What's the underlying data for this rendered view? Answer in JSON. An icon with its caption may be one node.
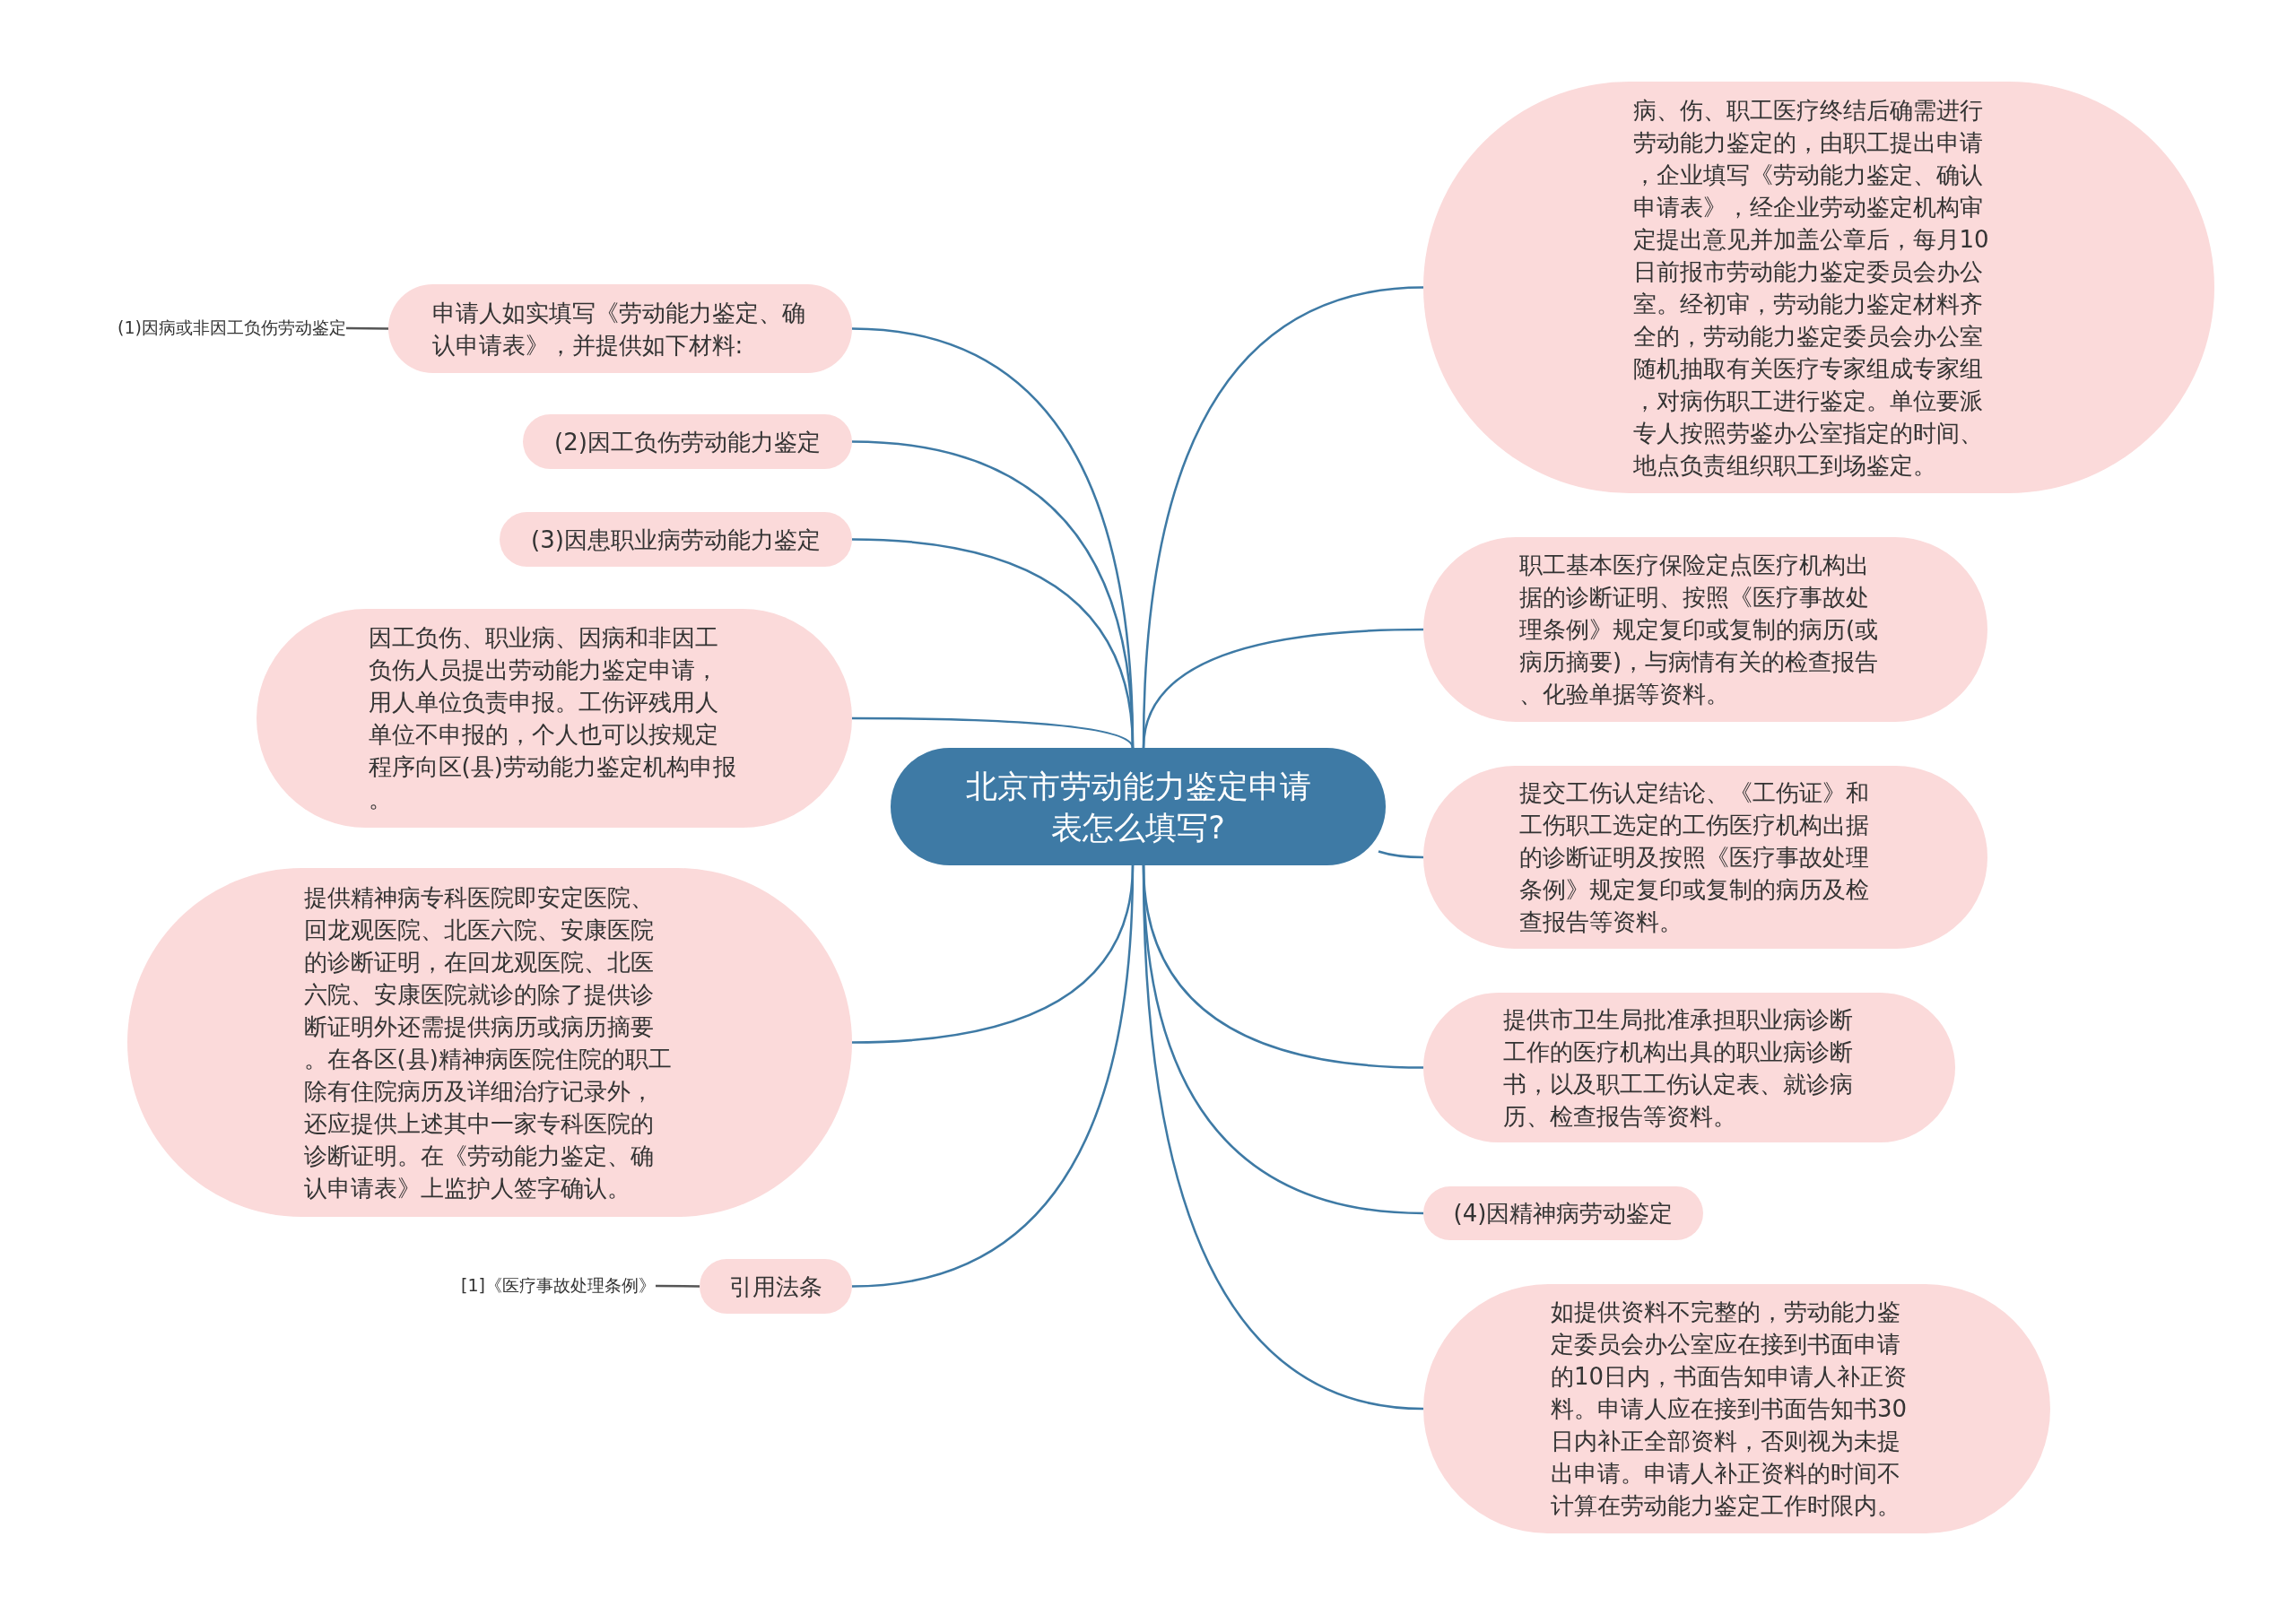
{
  "diagram": {
    "nodes": [
      {
        "text": [
          "北京市劳动能力鉴定申请表怎么填写?"
        ]
      },
      {
        "text": [
          "(1)因病或非因工负伤劳动鉴定"
        ]
      },
      {
        "text": [
          "申请人如实填写《劳动能力鉴定、确认申请表》，并提供如下材料:"
        ]
      },
      {
        "text": [
          "(2)因工负伤劳动能力鉴定"
        ]
      },
      {
        "text": [
          "(3)因患职业病劳动能力鉴定"
        ]
      },
      {
        "text": [
          "因工负伤、职业病、因病和非因工负伤人员提出劳动能力鉴定申请，用人单位负责申报。工伤评残用人单位不申报的，个人也可以按规定程序向区(县)劳动能力鉴定机构申报。"
        ]
      },
      {
        "text": [
          "提供精神病专科医院即安定医院、回龙观医院、北医六院、安康医院的诊断证明，在回龙观医院、北医六院、安康医院就诊的除了提供诊断证明外还需提供病历或病历摘要。在各区(县)精神病医院住院的职工除有住院病历及详细治疗记录外，还应提供上述其中一家专科医院的诊断证明。在《劳动能力鉴定、确认申请表》上监护人签字确认。"
        ]
      },
      {
        "text": [
          "引用法条"
        ]
      },
      {
        "text": [
          "[1]《医疗事故处理条例》"
        ]
      },
      {
        "text": [
          "病、伤、职工医疗终结后确需进行劳动能力鉴定的，由职工提出申请，企业填写《劳动能力鉴定、确认申请表》，经企业劳动鉴定机构审定提出意见并加盖公章后，每月10日前报市劳动能力鉴定委员会办公室。经初审，劳动能力鉴定材料齐全的，劳动能力鉴定委员会办公室随机抽取有关医疗专家组成专家组，对病伤职工进行鉴定。单位要派专人按照劳鉴办公室指定的时间、地点负责组织职工到场鉴定。"
        ]
      },
      {
        "text": [
          "职工基本医疗保险定点医疗机构出据的诊断证明、按照《医疗事故处理条例》规定复印或复制的病历(或病历摘要)，与病情有关的检查报告、化验单据等资料。"
        ]
      },
      {
        "text": [
          "提交工伤认定结论、《工伤证》和工伤职工选定的工伤医疗机构出据的诊断证明及按照《医疗事故处理条例》规定复印或复制的病历及检查报告等资料。"
        ]
      },
      {
        "text": [
          "提供市卫生局批准承担职业病诊断工作的医疗机构出具的职业病诊断书，以及职工工伤认定表、就诊病历、检查报告等资料。"
        ]
      },
      {
        "text": [
          "(4)因精神病劳动鉴定"
        ]
      },
      {
        "text": [
          "如提供资料不完整的，劳动能力鉴定委员会办公室应在接到书面申请的10日内，书面告知申请人补正资料。申请人应在接到书面告知书30日内补正全部资料，否则视为未提出申请。申请人补正资料的时间不计算在劳动能力鉴定工作时限内。"
        ]
      }
    ],
    "edges": [
      {
        "from": 0,
        "to": 2,
        "arrow": "none"
      },
      {
        "from": 2,
        "to": 1,
        "arrow": "none"
      },
      {
        "from": 0,
        "to": 3,
        "arrow": "none"
      },
      {
        "from": 0,
        "to": 4,
        "arrow": "none"
      },
      {
        "from": 0,
        "to": 5,
        "arrow": "none"
      },
      {
        "from": 0,
        "to": 6,
        "arrow": "none"
      },
      {
        "from": 0,
        "to": 7,
        "arrow": "none"
      },
      {
        "from": 7,
        "to": 8,
        "arrow": "none"
      },
      {
        "from": 0,
        "to": 9,
        "arrow": "none"
      },
      {
        "from": 0,
        "to": 10,
        "arrow": "none"
      },
      {
        "from": 0,
        "to": 11,
        "arrow": "none"
      },
      {
        "from": 0,
        "to": 12,
        "arrow": "none"
      },
      {
        "from": 0,
        "to": 13,
        "arrow": "none"
      },
      {
        "from": 0,
        "to": 14,
        "arrow": "none"
      }
    ]
  }
}
